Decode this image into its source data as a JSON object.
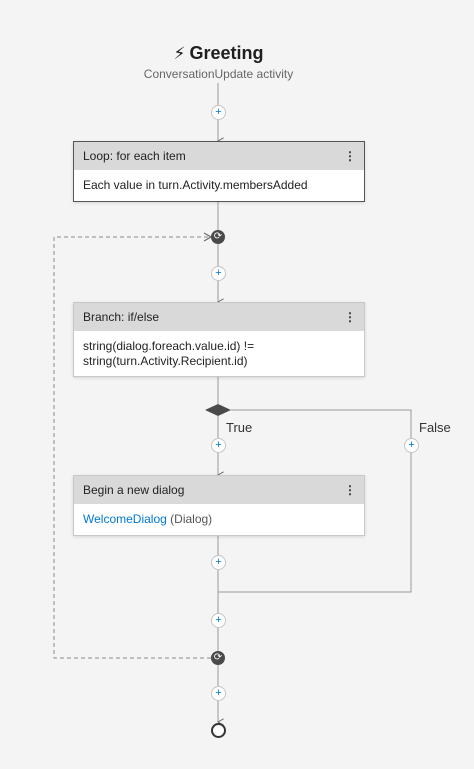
{
  "trigger": {
    "icon": "lightning-bolt-icon",
    "title": "Greeting",
    "subtitle": "ConversationUpdate activity"
  },
  "loop": {
    "header": "Loop: for each item",
    "body": "Each value in turn.Activity.membersAdded",
    "menu": "⋮"
  },
  "branch": {
    "header": "Branch: if/else",
    "condition_line1": "string(dialog.foreach.value.id) !=",
    "condition_line2": "string(turn.Activity.Recipient.id)",
    "menu": "⋮",
    "true_label": "True",
    "false_label": "False"
  },
  "begin_dialog": {
    "header": "Begin a new dialog",
    "dialog_name": "WelcomeDialog",
    "dialog_type": "(Dialog)",
    "menu": "⋮"
  },
  "add_glyph": "+",
  "loop_glyph": "⟳",
  "colors": {
    "background": "#f4f4f4",
    "card_header": "#d9d9d9",
    "link": "#0078d4",
    "wire": "#9a9a9a"
  }
}
